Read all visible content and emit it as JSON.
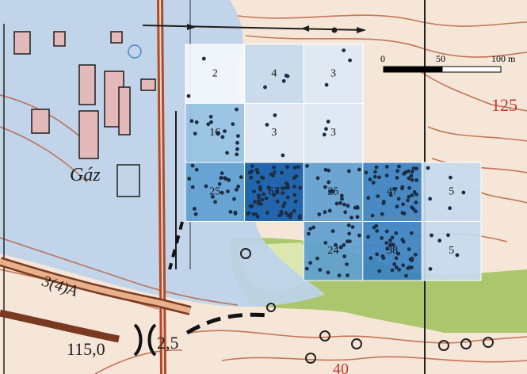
{
  "map": {
    "place_label": "Gáz",
    "contour_label": "125",
    "road_label": "3(4)A",
    "elevation_label": "115,0",
    "bridge_label": "2,5",
    "bottom_label": "40"
  },
  "scale_bar": {
    "ticks": [
      "0",
      "50",
      "100 m"
    ]
  },
  "grid": {
    "colors": {
      "lightest": "#f4f7fc",
      "light": "#dce8f5",
      "light_mid": "#c5daee",
      "mid": "#98c3e2",
      "mid_dark": "#5f9fd1",
      "dark": "#3a82c2",
      "darkest": "#0f5aa8",
      "points": "#1b2e45"
    },
    "cells": [
      {
        "row": 0,
        "col": 0,
        "count": "2",
        "shade": "lightest"
      },
      {
        "row": 0,
        "col": 1,
        "count": "4",
        "shade": "light_mid"
      },
      {
        "row": 0,
        "col": 2,
        "count": "3",
        "shade": "light"
      },
      {
        "row": 1,
        "col": 0,
        "count": "16",
        "shade": "mid"
      },
      {
        "row": 1,
        "col": 1,
        "count": "3",
        "shade": "light"
      },
      {
        "row": 1,
        "col": 2,
        "count": "3",
        "shade": "light"
      },
      {
        "row": 2,
        "col": 0,
        "count": "25",
        "shade": "mid_dark"
      },
      {
        "row": 2,
        "col": 1,
        "count": "67",
        "shade": "darkest"
      },
      {
        "row": 2,
        "col": 2,
        "count": "25",
        "shade": "mid_dark"
      },
      {
        "row": 2,
        "col": 3,
        "count": "47",
        "shade": "dark"
      },
      {
        "row": 2,
        "col": 4,
        "count": "5",
        "shade": "light_mid"
      },
      {
        "row": 3,
        "col": 2,
        "count": "24",
        "shade": "mid_dark"
      },
      {
        "row": 3,
        "col": 3,
        "count": "38",
        "shade": "dark"
      },
      {
        "row": 3,
        "col": 4,
        "count": "5",
        "shade": "light_mid"
      }
    ]
  }
}
